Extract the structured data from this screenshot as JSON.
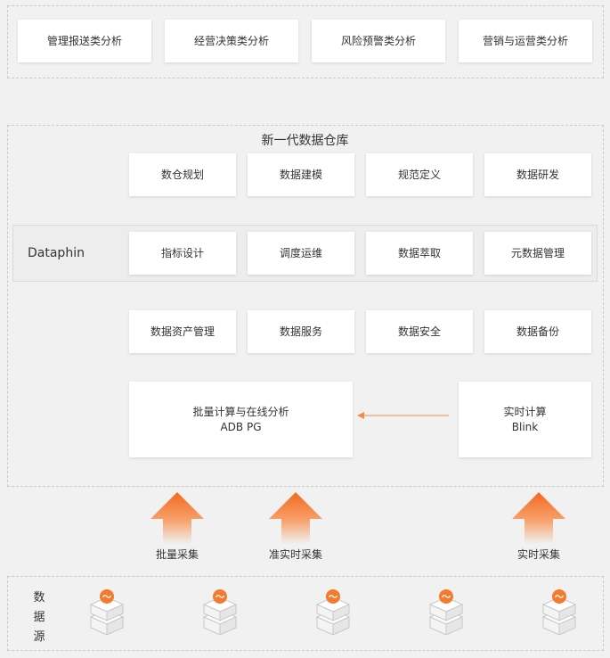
{
  "top_row": {
    "boxes": [
      "管理报送类分析",
      "经营决策类分析",
      "风险预警类分析",
      "营销与运营类分析"
    ]
  },
  "warehouse": {
    "title": "新一代数据仓库",
    "row1": [
      "数仓规划",
      "数据建模",
      "规范定义",
      "数据研发"
    ],
    "dataphin_label": "Dataphin",
    "row2": [
      "指标设计",
      "调度运维",
      "数据萃取",
      "元数据管理"
    ],
    "row3": [
      "数据资产管理",
      "数据服务",
      "数据安全",
      "数据备份"
    ],
    "batch": {
      "line1": "批量计算与在线分析",
      "line2": "ADB PG"
    },
    "realtime": {
      "line1": "实时计算",
      "line2": "Blink"
    }
  },
  "collection": {
    "items": [
      "批量采集",
      "准实时采集",
      "实时采集"
    ]
  },
  "sources": {
    "label": [
      "数",
      "据",
      "源"
    ],
    "count": 5,
    "icon": "database-stack-icon"
  },
  "colors": {
    "background": "#f1f1f1",
    "box": "#ffffff",
    "accent_orange": "#f47a2c",
    "arrow_line": "#f28a50",
    "dashed_border": "#c9c9c9"
  }
}
